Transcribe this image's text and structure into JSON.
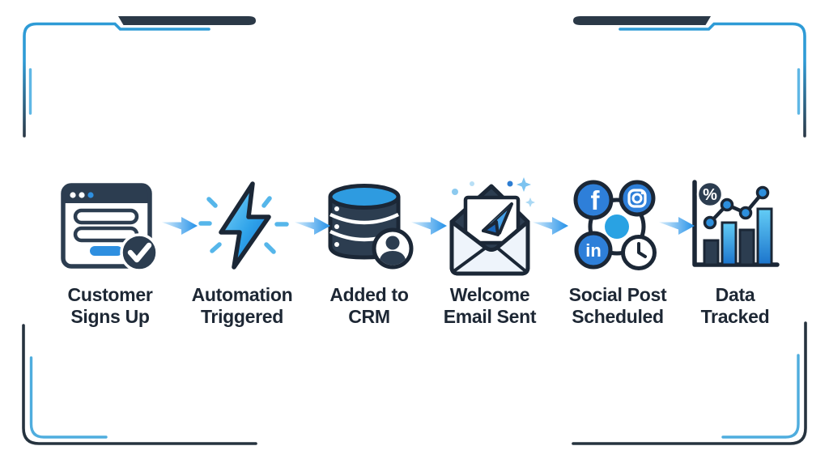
{
  "diagram": {
    "steps": [
      {
        "id": "customer-signs-up",
        "icon": "signup-form-icon",
        "label": "Customer Signs Up",
        "lines": [
          "Customer",
          "Signs Up"
        ]
      },
      {
        "id": "automation-triggered",
        "icon": "lightning-bolt-icon",
        "label": "Automation Triggered",
        "lines": [
          "Automation",
          "Triggered"
        ]
      },
      {
        "id": "added-to-crm",
        "icon": "database-crm-icon",
        "label": "Added to CRM",
        "lines": [
          "Added to",
          "CRM"
        ]
      },
      {
        "id": "welcome-email-sent",
        "icon": "welcome-email-icon",
        "label": "Welcome Email Sent",
        "lines": [
          "Welcome",
          "Email Sent"
        ]
      },
      {
        "id": "social-post-scheduled",
        "icon": "social-network-icon",
        "label": "Social Post Scheduled",
        "lines": [
          "Social Post",
          "Scheduled"
        ]
      },
      {
        "id": "data-tracked",
        "icon": "analytics-chart-icon",
        "label": "Data Tracked",
        "lines": [
          "Data",
          "Tracked"
        ]
      }
    ],
    "glyphs": {
      "facebook": "f",
      "linkedin": "in",
      "percent": "%"
    },
    "colors": {
      "background": "#ffffff",
      "label_text": "#1d2734",
      "icon_navy": "#2c3d50",
      "icon_outline": "#1b2736",
      "icon_blue": "#2e8fe0",
      "icon_light_blue": "#56b6ea",
      "arrow_gradient_start": "#d9eefc",
      "arrow_gradient_end": "#2491e8",
      "frame_blue": "#2e9bd6",
      "frame_navy": "#2b3947"
    }
  }
}
